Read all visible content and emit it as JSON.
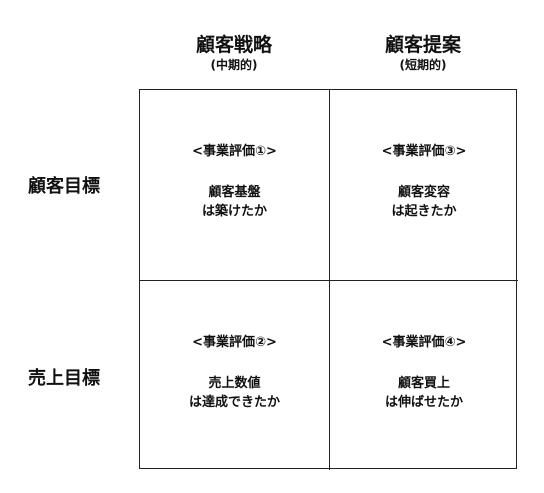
{
  "columns": [
    {
      "title": "顧客戦略",
      "subtitle": "(中期的)"
    },
    {
      "title": "顧客提案",
      "subtitle": "(短期的)"
    }
  ],
  "rows": [
    {
      "title": "顧客目標"
    },
    {
      "title": "売上目標"
    }
  ],
  "cells": [
    {
      "label": "<事業評価①>",
      "line1": "顧客基盤",
      "line2": "は築けたか"
    },
    {
      "label": "<事業評価③>",
      "line1": "顧客変容",
      "line2": "は起きたか"
    },
    {
      "label": "<事業評価②>",
      "line1": "売上数値",
      "line2": "は達成できたか"
    },
    {
      "label": "<事業評価④>",
      "line1": "顧客買上",
      "line2": "は伸ばせたか"
    }
  ]
}
